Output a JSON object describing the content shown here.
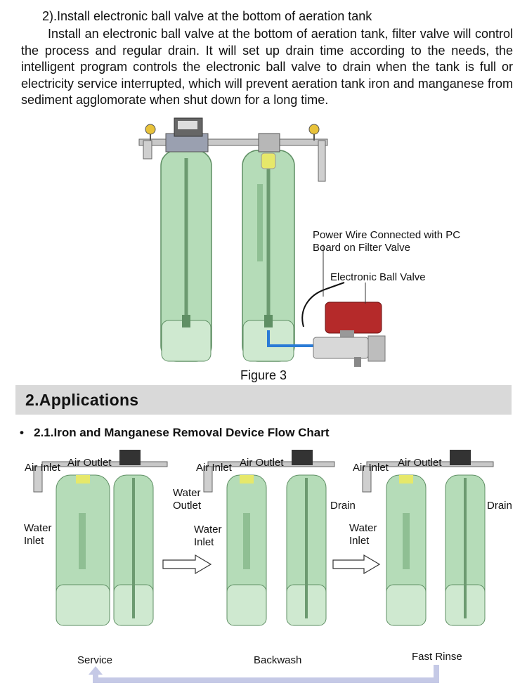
{
  "intro": {
    "heading": "2).Install electronic ball valve at the bottom of aeration tank",
    "body": "Install an electronic ball valve at the bottom of aeration tank, filter valve will control the process and regular drain. It will set up drain time according to the needs, the intelligent program controls the electronic ball valve to drain when the tank is full or electricity service interrupted, which will prevent aeration tank iron and manganese from sediment agglomorate when shut down for a long time."
  },
  "figure3": {
    "callout_power_line1": "Power Wire Connected with PC",
    "callout_power_line2": "Board on Filter Valve",
    "callout_valve": "Electronic Ball Valve",
    "caption": "Figure 3"
  },
  "section": {
    "title": "2.Applications",
    "bullet": "•",
    "subtitle": "2.1.Iron and Manganese Removal Device Flow Chart"
  },
  "flowchart": {
    "labels": {
      "air_inlet": "Air Inlet",
      "air_outlet": "Air Outlet",
      "water_inlet_1": "Water",
      "water_inlet_2": "Inlet",
      "water_outlet_1": "Water",
      "water_outlet_2": "Outlet",
      "drain": "Drain"
    },
    "stages": [
      "Service",
      "Backwash",
      "Fast Rinse"
    ]
  },
  "colors": {
    "tank_fill": "#b5dcb8",
    "tank_stroke": "#5f8f64",
    "valve_red": "#b52a2a",
    "pipe_blue": "#2a7bd6",
    "return_arrow": "#c5c9e6"
  }
}
